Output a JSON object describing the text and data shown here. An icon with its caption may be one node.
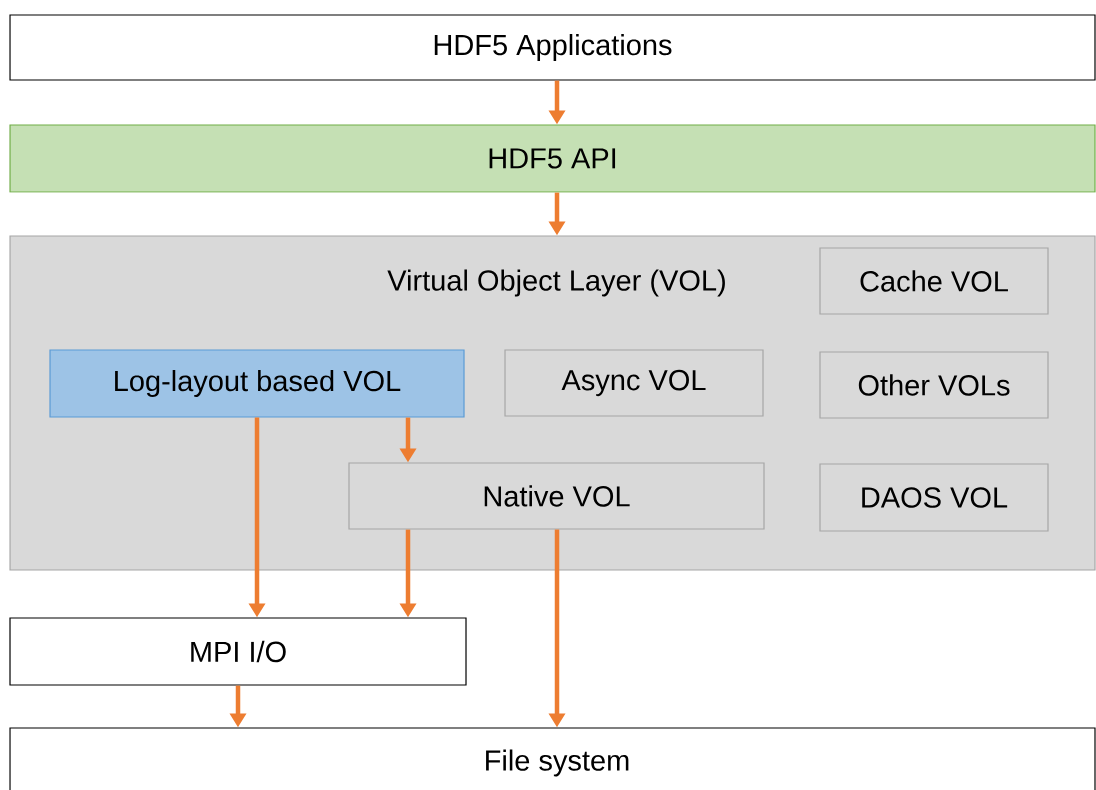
{
  "diagram": {
    "nodes": [
      {
        "text": [
          "HDF5 Applications"
        ]
      },
      {
        "text": [
          "HDF5 API"
        ]
      },
      {
        "text": [
          "Virtual Object Layer (VOL)"
        ]
      },
      {
        "text": [
          "Cache VOL"
        ],
        "in": 2
      },
      {
        "text": [
          "Log-layout based VOL"
        ],
        "in": 2
      },
      {
        "text": [
          "Async VOL"
        ],
        "in": 2
      },
      {
        "text": [
          "Other VOLs"
        ],
        "in": 2
      },
      {
        "text": [
          "Native VOL"
        ],
        "in": 2
      },
      {
        "text": [
          "DAOS VOL"
        ],
        "in": 2
      },
      {
        "text": [
          "MPI I/O"
        ]
      },
      {
        "text": [
          "File system"
        ]
      }
    ],
    "edges": [
      {
        "from": 0,
        "to": 1,
        "arrow": "to"
      },
      {
        "from": 1,
        "to": 2,
        "arrow": "to"
      },
      {
        "from": 4,
        "to": 7,
        "arrow": "to"
      },
      {
        "from": 4,
        "to": 9,
        "arrow": "to"
      },
      {
        "from": 7,
        "to": 9,
        "arrow": "to"
      },
      {
        "from": 7,
        "to": 10,
        "arrow": "to"
      },
      {
        "from": 9,
        "to": 10,
        "arrow": "to"
      }
    ]
  }
}
